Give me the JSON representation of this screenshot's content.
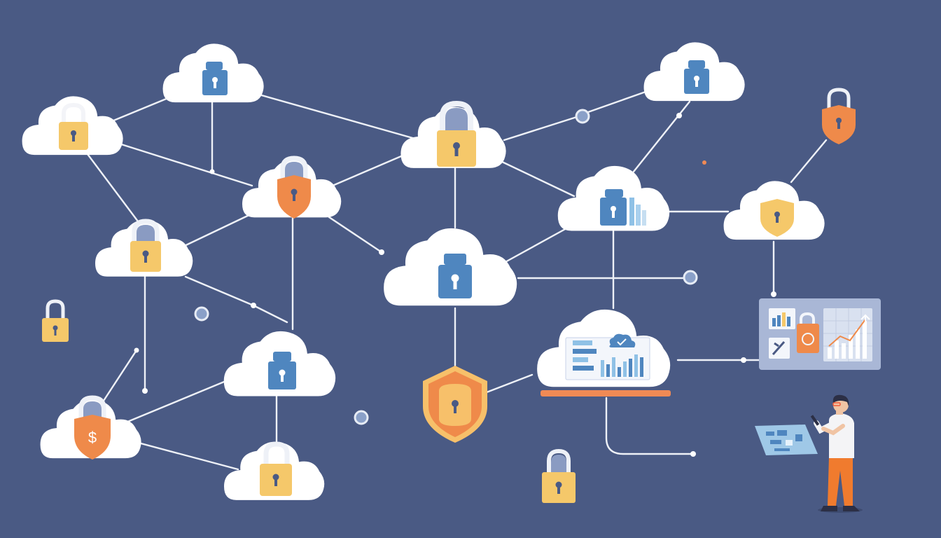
{
  "colors": {
    "background": "#4a5a84",
    "cloud": "#ffffff",
    "connector": "#eef1f7",
    "lock_blue": "#4f86bf",
    "lock_yellow": "#f5c86a",
    "shield_orange": "#ef8a4a",
    "accent_orange": "#f08a55",
    "shackle_gray": "#9aa8c8",
    "panel": "#a9b7d6",
    "person_pants": "#f07b2e"
  },
  "clouds": [
    {
      "id": "c1",
      "lock": "blue-lock-icon"
    },
    {
      "id": "c2",
      "lock": "yellow-lock-icon"
    },
    {
      "id": "c3",
      "lock": "yellow-lock-icon"
    },
    {
      "id": "c4",
      "lock": "blue-lock-icon"
    },
    {
      "id": "c5",
      "lock": "orange-shield-lock-icon"
    },
    {
      "id": "c6",
      "lock": "yellow-lock-icon"
    },
    {
      "id": "c7",
      "lock": "blue-lock-icon"
    },
    {
      "id": "c8",
      "lock": "blue-lock-icon"
    },
    {
      "id": "c9",
      "lock": "yellow-shield-icon"
    },
    {
      "id": "c10",
      "lock": "blue-lock-icon"
    },
    {
      "id": "c11",
      "lock": "cloud-dashboard-icon"
    },
    {
      "id": "c12",
      "lock": "orange-dollar-shield-icon"
    },
    {
      "id": "c13",
      "lock": "yellow-lock-icon"
    },
    {
      "id": "c14",
      "lock": "blue-lock-icon"
    }
  ],
  "dashboard_panel": {
    "icon": "analytics-dashboard-icon"
  },
  "dollar_symbol": "$",
  "person": {
    "icon": "person-with-tablet-icon"
  }
}
